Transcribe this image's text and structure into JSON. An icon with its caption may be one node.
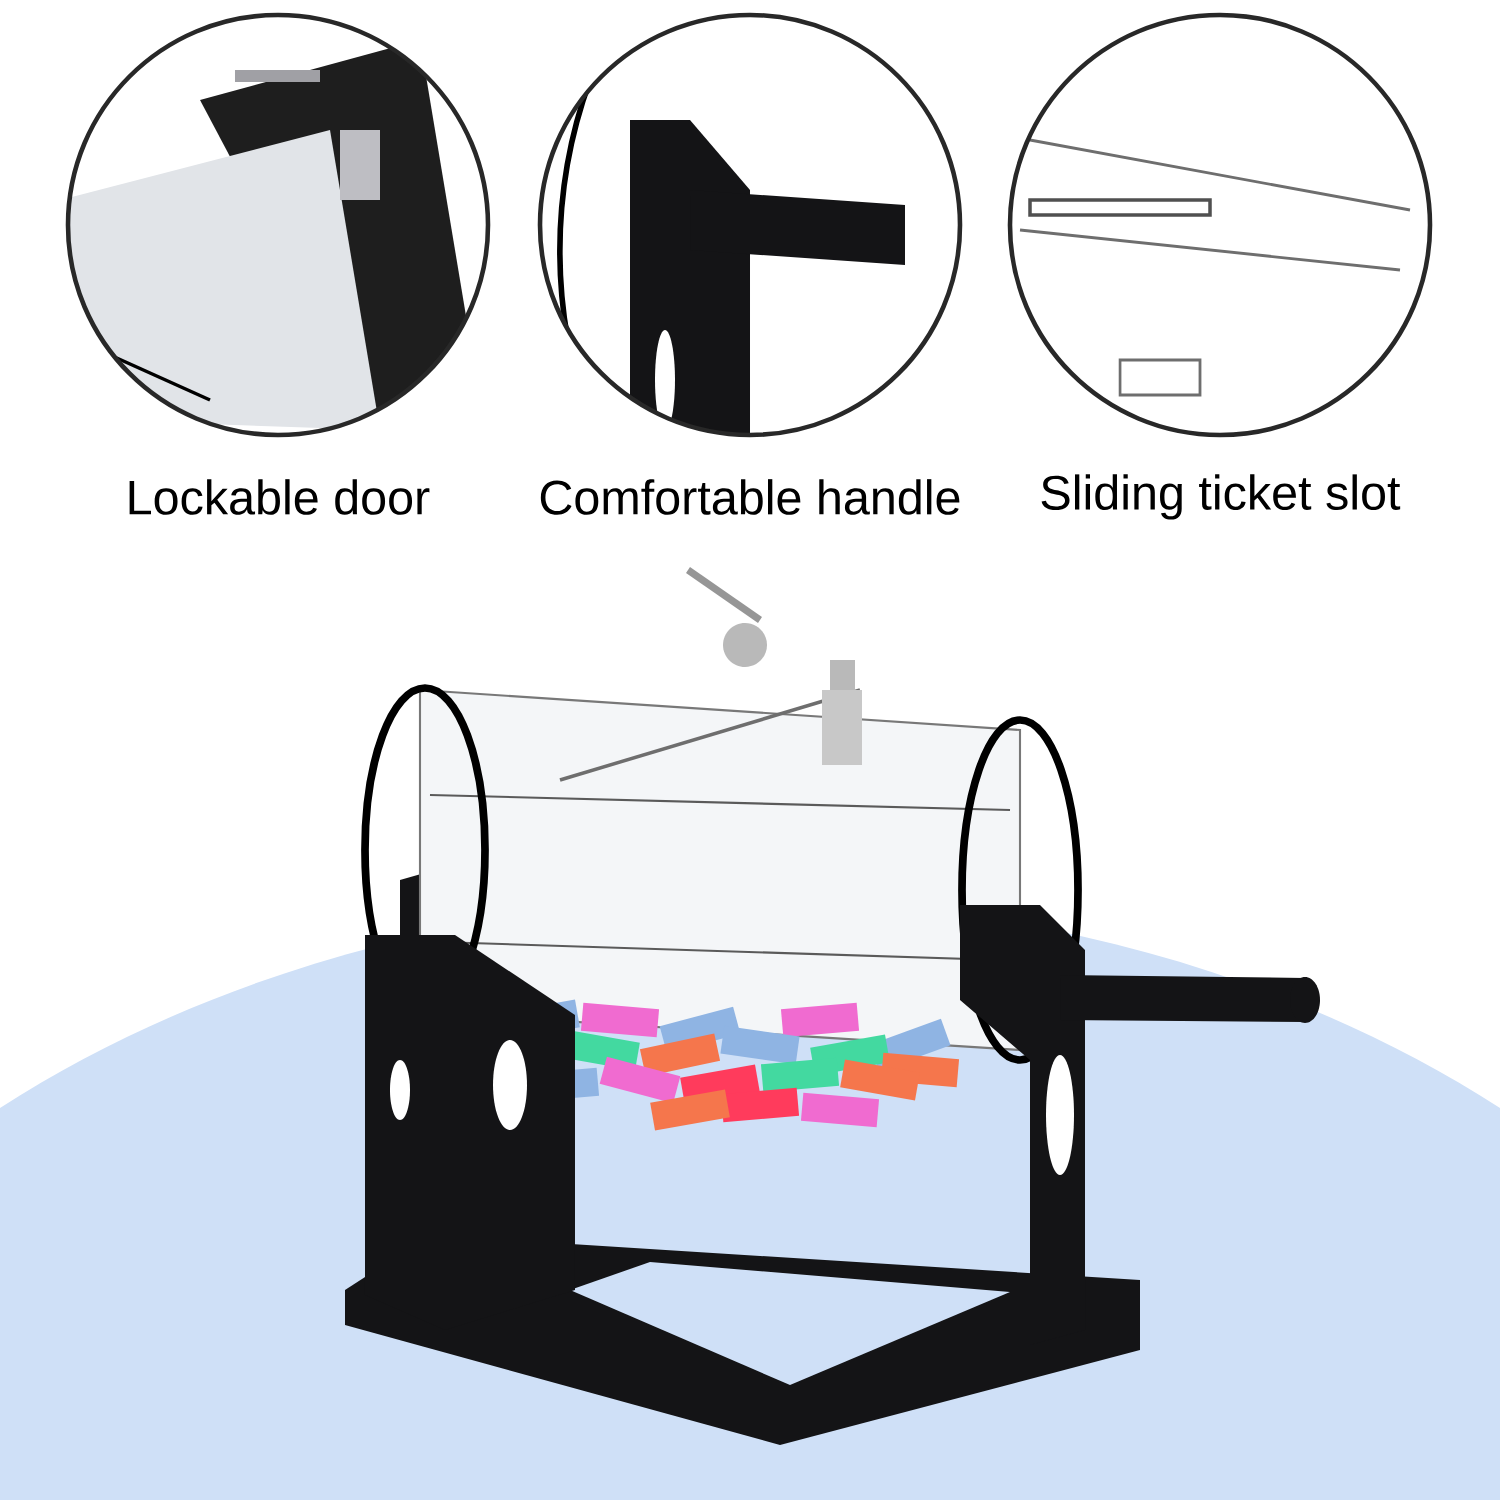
{
  "diagram": {
    "nodes": [
      {
        "text": [
          "Lockable door"
        ]
      },
      {
        "text": [
          "Comfortable handle"
        ]
      },
      {
        "text": [
          "Sliding ticket slot"
        ]
      }
    ]
  }
}
